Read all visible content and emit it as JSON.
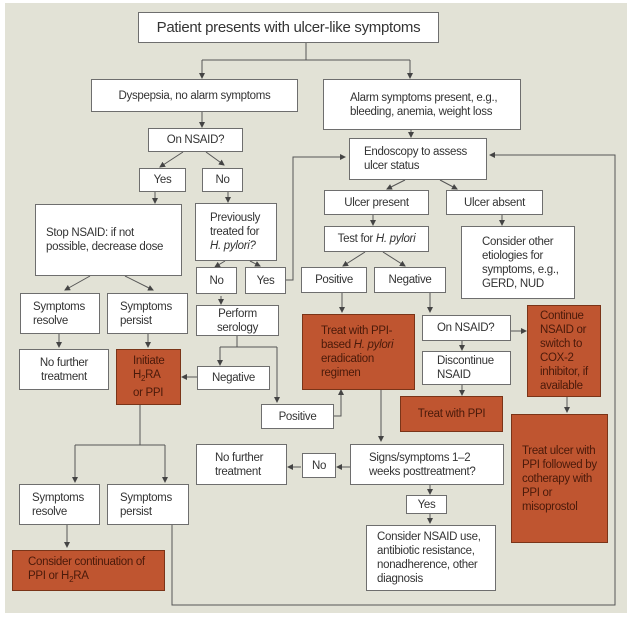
{
  "diagram": {
    "title": "Patient presents with ulcer-like symptoms",
    "colors": {
      "background": "#e2e2d6",
      "box": "#ffffff",
      "treatment_box": "#bf5530",
      "line": "#555555"
    },
    "nodes": {
      "dyspepsia": "Dyspepsia, no alarm symptoms",
      "alarm": "Alarm symptoms present, e.g., bleeding, anemia, weight loss",
      "on_nsaid_1": "On NSAID?",
      "yes_1": "Yes",
      "no_1": "No",
      "stop_nsaid": "Stop NSAID: if not possible, decrease dose",
      "prev_treated_a": "Previously treated for",
      "prev_treated_b": "H. pylori?",
      "no_2": "No",
      "yes_2": "Yes",
      "sym_resolve_1a": "Symptoms",
      "sym_resolve_1b": "resolve",
      "sym_persist_1a": "Symptoms",
      "sym_persist_1b": "persist",
      "perform_serology": "Perform serology",
      "no_further_1": "No further treatment",
      "initiate_a": "Initiate",
      "initiate_h2": "H",
      "initiate_sub": "2",
      "initiate_ra": "RA",
      "initiate_c": "or PPI",
      "negative_1": "Negative",
      "positive_1": "Positive",
      "endoscopy": "Endoscopy to assess ulcer status",
      "ulcer_present": "Ulcer present",
      "ulcer_absent": "Ulcer absent",
      "test_hp_a": "Test for ",
      "test_hp_b": "H. pylori",
      "other_etiologies": "Consider other etiologies for symptoms, e.g., GERD, NUD",
      "positive_2": "Positive",
      "negative_2": "Negative",
      "treat_ppi_based_a": "Treat with PPI-based ",
      "treat_ppi_based_b": "H. pylori",
      "treat_ppi_based_c": " eradication regimen",
      "on_nsaid_2": "On NSAID?",
      "continue_nsaid": "Continue NSAID or switch to COX-2 inhibitor, if available",
      "discontinue_nsaid": "Discontinue NSAID",
      "treat_with_ppi": "Treat with PPI",
      "treat_ulcer_cotherapy": "Treat ulcer with PPI followed by cotherapy with PPI or misoprostol",
      "no_further_2": "No further treatment",
      "no_3": "No",
      "signs_symptoms": "Signs/symptoms 1–2 weeks posttreatment?",
      "yes_3": "Yes",
      "sym_resolve_2a": "Symptoms",
      "sym_resolve_2b": "resolve",
      "sym_persist_2a": "Symptoms",
      "sym_persist_2b": "persist",
      "consider_nsaid": "Consider NSAID use, antibiotic resistance, nonadherence, other diagnosis",
      "consider_cont_a": "Consider continuation of PPI or H",
      "consider_cont_sub": "2",
      "consider_cont_b": "RA"
    }
  }
}
